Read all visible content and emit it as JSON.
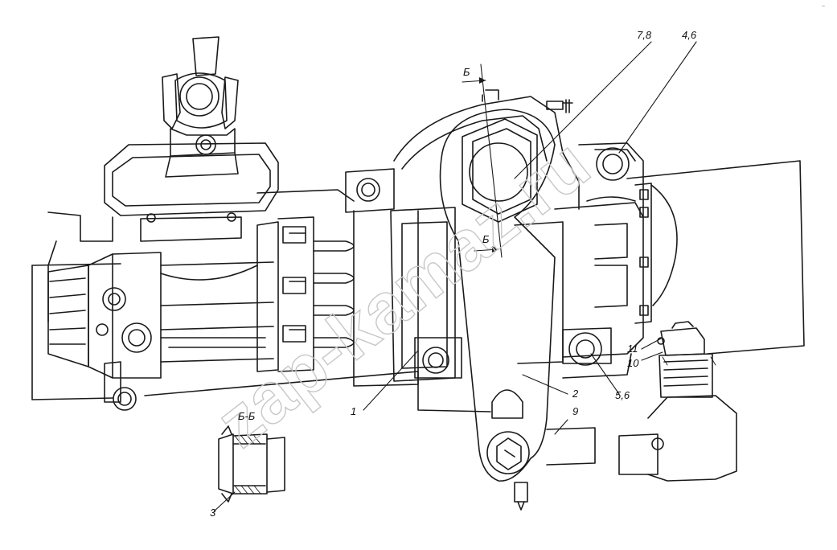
{
  "diagram": {
    "callouts": {
      "c1": "1",
      "c2": "2",
      "c3": "3",
      "c46": "4,6",
      "c56": "5,6",
      "c78": "7,8",
      "c9": "9",
      "c10": "10",
      "c11": "11"
    },
    "section_marks": {
      "upper": "Б",
      "lower": "Б",
      "section_title": "Б-Б"
    },
    "watermark": "zap-kamaz.ru",
    "corner_mark": "~"
  }
}
